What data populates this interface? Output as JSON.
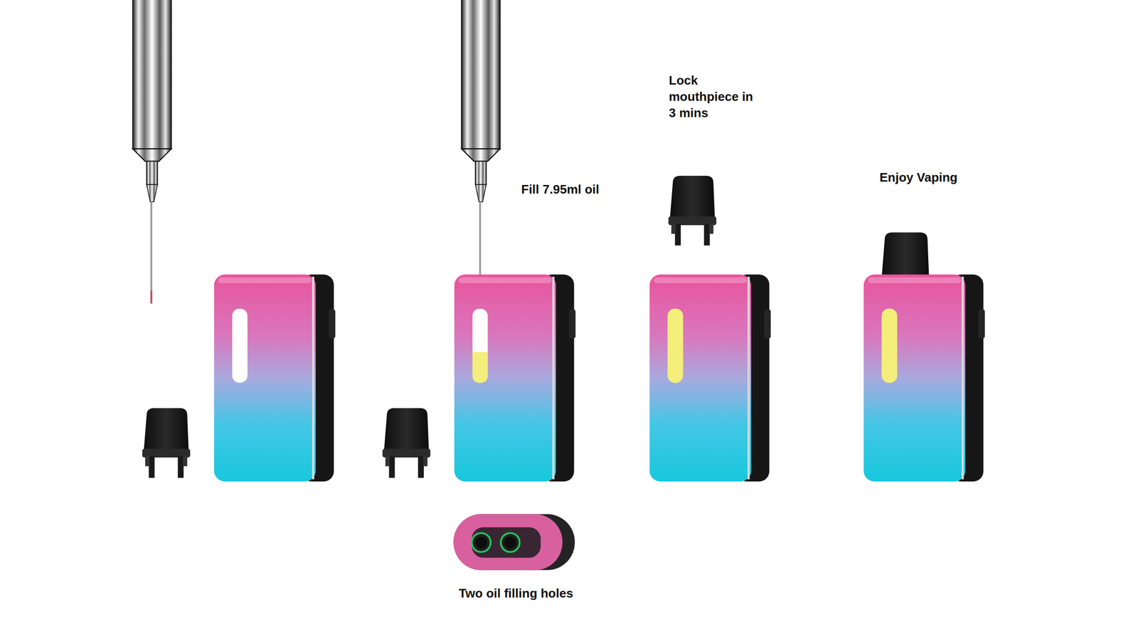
{
  "diagram": {
    "labels": [
      "Fill 7.95ml oil",
      "Lock mouthpiece in 3 mins",
      "Enjoy Vaping",
      "Two oil filling holes"
    ]
  }
}
